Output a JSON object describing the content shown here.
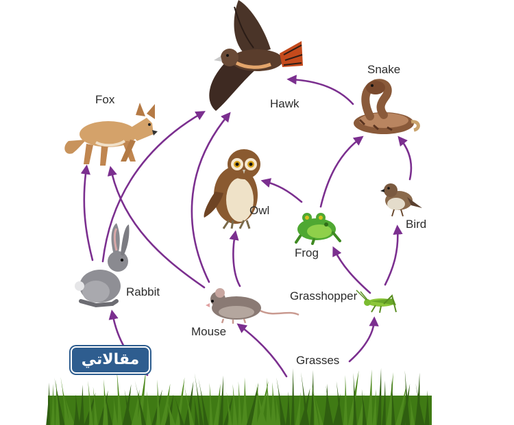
{
  "colors": {
    "arrow": "#7b2f8f",
    "label": "#2b2b2b",
    "grass": "#4e8a1e",
    "grass_dark": "#2f5e10",
    "logo_bg": "#2e5d8f"
  },
  "labels": {
    "fox": "Fox",
    "hawk": "Hawk",
    "snake": "Snake",
    "owl": "Owl",
    "bird": "Bird",
    "frog": "Frog",
    "rabbit": "Rabbit",
    "mouse": "Mouse",
    "grasshopper": "Grasshopper",
    "grasses": "Grasses"
  },
  "logo": {
    "text": "مقالاتي"
  },
  "icons": [
    "fox-icon",
    "hawk-icon",
    "snake-icon",
    "owl-icon",
    "bird-icon",
    "frog-icon",
    "rabbit-icon",
    "mouse-icon",
    "grasshopper-icon",
    "grass-icon"
  ],
  "links": [
    {
      "from": "grasses",
      "to": "rabbit"
    },
    {
      "from": "grasses",
      "to": "mouse"
    },
    {
      "from": "grasses",
      "to": "grasshopper"
    },
    {
      "from": "rabbit",
      "to": "fox"
    },
    {
      "from": "rabbit",
      "to": "hawk"
    },
    {
      "from": "mouse",
      "to": "fox"
    },
    {
      "from": "mouse",
      "to": "hawk"
    },
    {
      "from": "mouse",
      "to": "owl"
    },
    {
      "from": "grasshopper",
      "to": "frog"
    },
    {
      "from": "grasshopper",
      "to": "bird"
    },
    {
      "from": "frog",
      "to": "owl"
    },
    {
      "from": "frog",
      "to": "snake"
    },
    {
      "from": "bird",
      "to": "snake"
    },
    {
      "from": "snake",
      "to": "hawk"
    }
  ]
}
